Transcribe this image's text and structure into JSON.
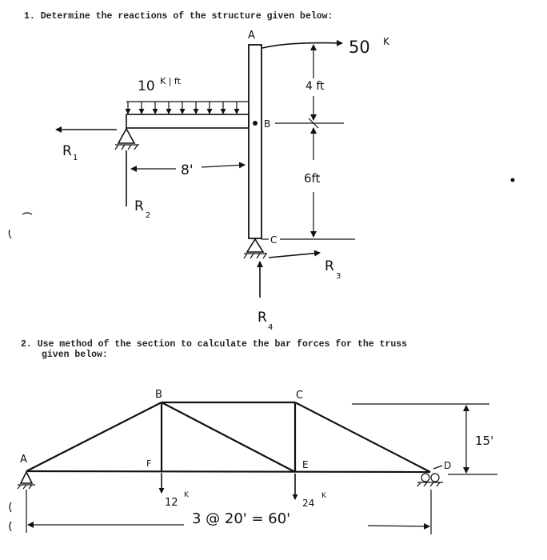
{
  "problem1": {
    "statement": "1. Determine the reactions of the structure given below:",
    "load_top": "50",
    "load_top_unit": "K",
    "udl_value": "10",
    "udl_unit": "K | ft",
    "point_a": "A",
    "point_b": "B",
    "point_c": "C",
    "dim_top": "4 ft",
    "dim_bottom": "6ft",
    "beam_length": "8'",
    "r1": "R",
    "r1_sub": "1",
    "r2": "R",
    "r2_sub": "2",
    "r3": "R",
    "r3_sub": "3",
    "r4": "R",
    "r4_sub": "4"
  },
  "problem2": {
    "statement_line1": "2. Use method of the section to calculate the bar forces for the truss",
    "statement_line2": "given below:",
    "node_a": "A",
    "node_b": "B",
    "node_c": "C",
    "node_d": "D",
    "node_e": "E",
    "node_f": "F",
    "load_f": "12",
    "load_f_unit": "K",
    "load_e": "24",
    "load_e_unit": "K",
    "height": "15'",
    "span": "3 @ 20' = 60'"
  }
}
